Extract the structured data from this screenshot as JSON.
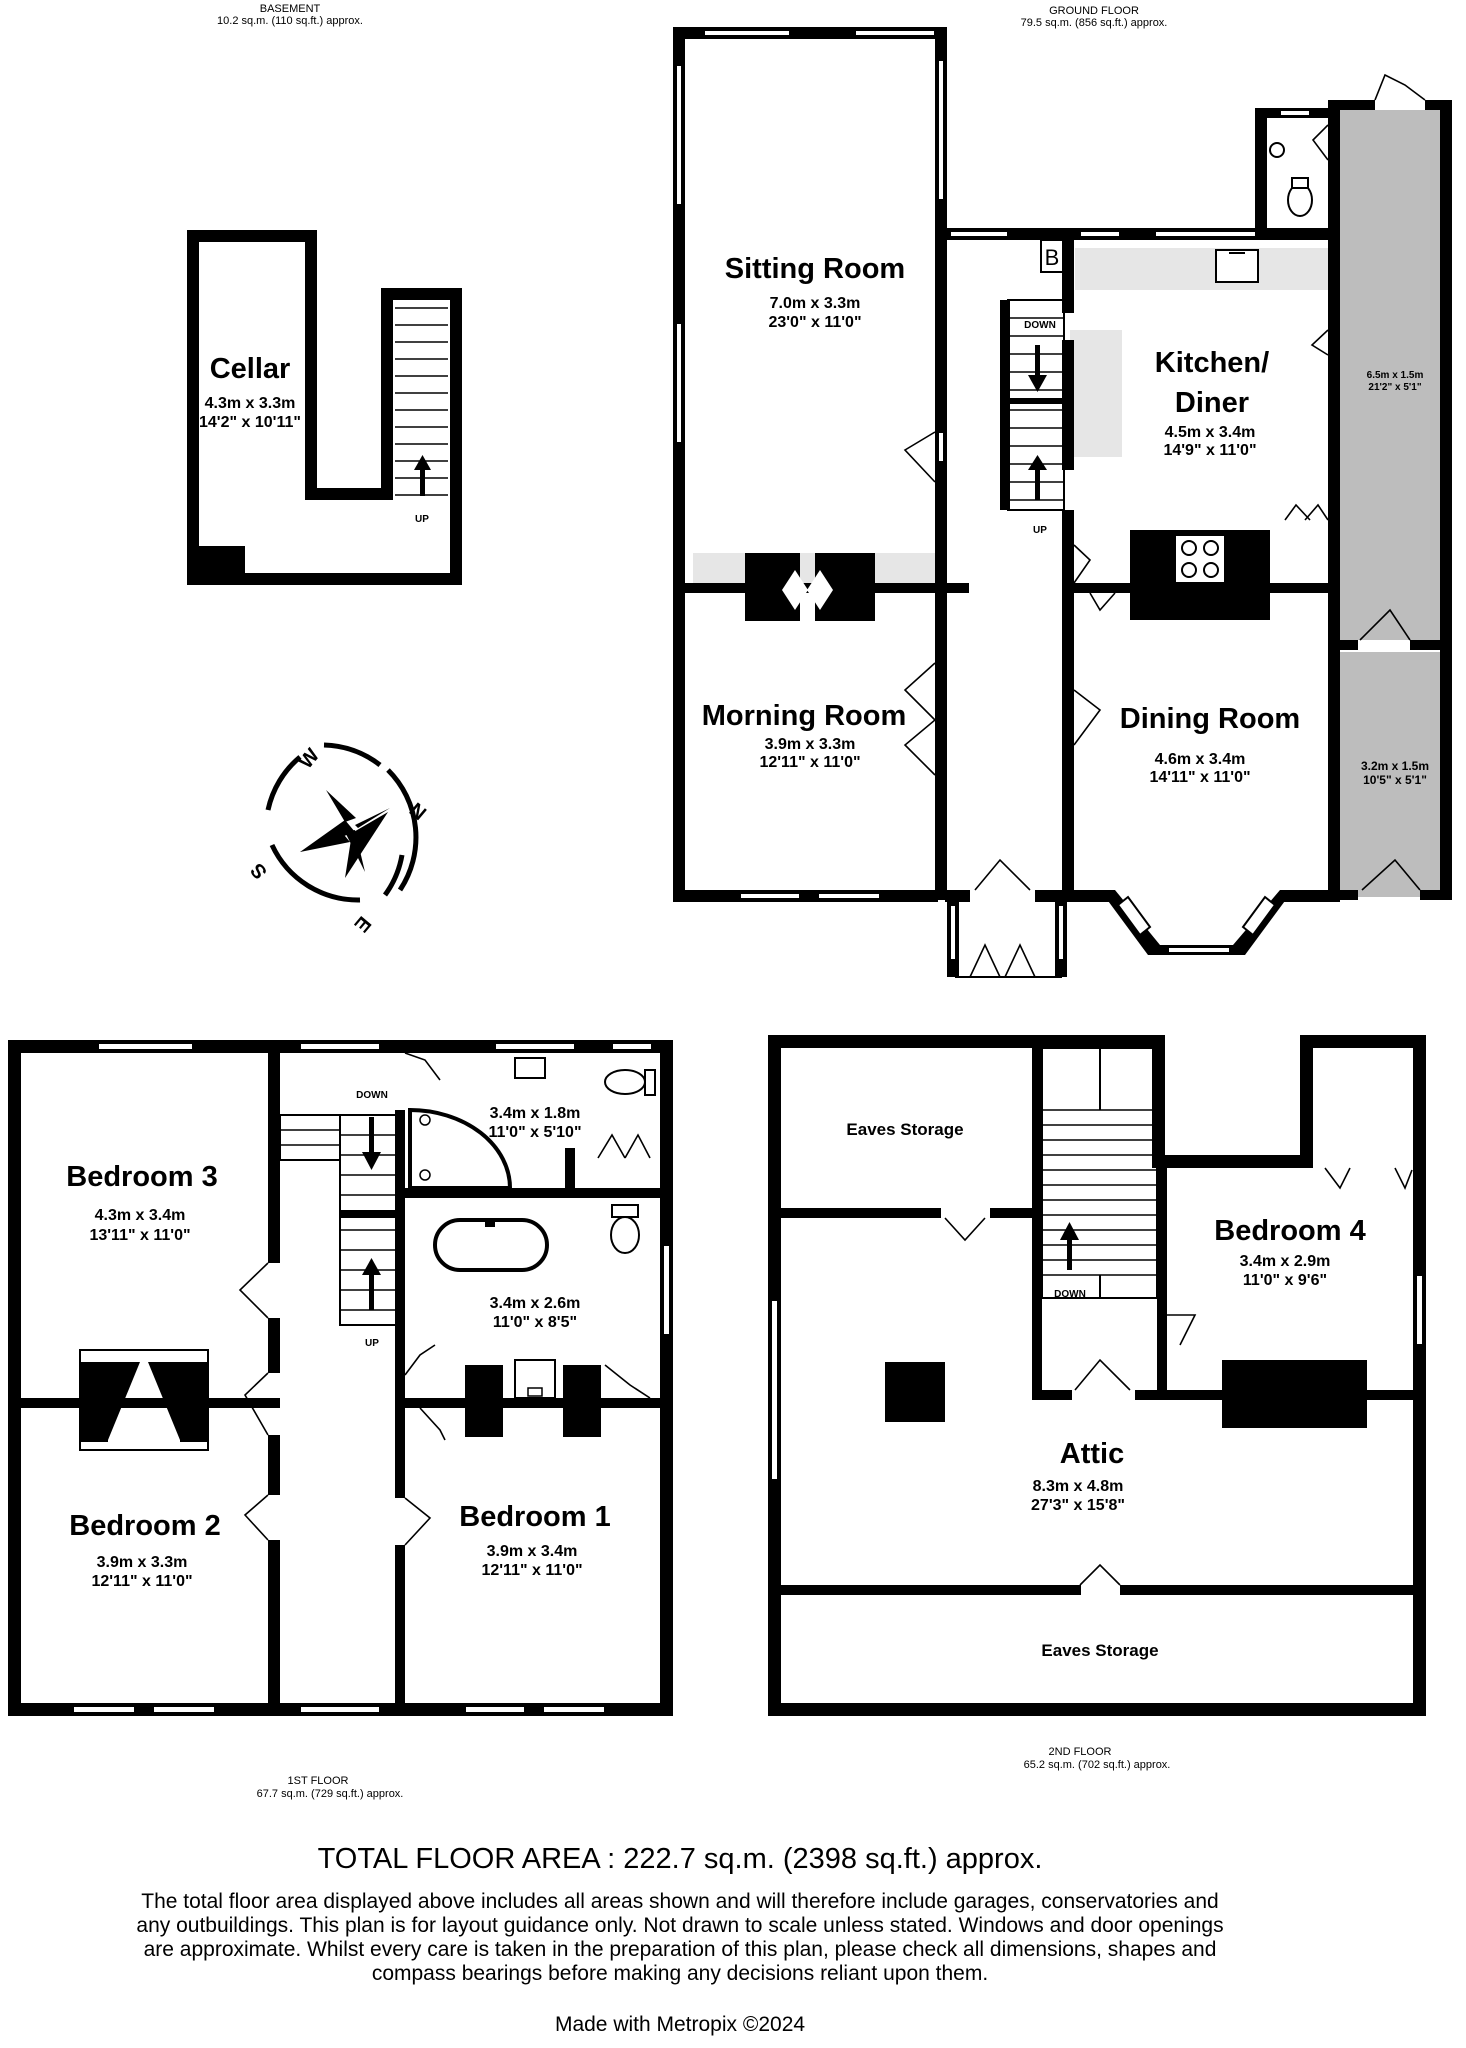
{
  "floors": {
    "basement": {
      "title": "BASEMENT",
      "area": "10.2 sq.m. (110 sq.ft.) approx."
    },
    "ground": {
      "title": "GROUND FLOOR",
      "area": "79.5 sq.m. (856 sq.ft.) approx."
    },
    "first": {
      "title": "1ST FLOOR",
      "area": "67.7 sq.m. (729 sq.ft.) approx."
    },
    "second": {
      "title": "2ND FLOOR",
      "area": "65.2 sq.m. (702 sq.ft.) approx."
    }
  },
  "rooms": {
    "cellar": {
      "name": "Cellar",
      "dim_m": "4.3m  x 3.3m",
      "dim_ft": "14'2\"  x 10'11\""
    },
    "sitting_room": {
      "name": "Sitting Room",
      "dim_m": "7.0m  x 3.3m",
      "dim_ft": "23'0\"  x 11'0\""
    },
    "kitchen_diner": {
      "name_line1": "Kitchen/",
      "name_line2": "Diner",
      "dim_m": "4.5m  x 3.4m",
      "dim_ft": "14'9\"  x 11'0\""
    },
    "morning_room": {
      "name": "Morning Room",
      "dim_m": "3.9m  x 3.3m",
      "dim_ft": "12'11\"  x 11'0\""
    },
    "dining_room": {
      "name": "Dining Room",
      "dim_m": "4.6m  x 3.4m",
      "dim_ft": "14'11\"  x 11'0\""
    },
    "side_passage_upper": {
      "dim_m": "6.5m  x 1.5m",
      "dim_ft": "21'2\"  x 5'1\""
    },
    "side_passage_lower": {
      "dim_m": "3.2m  x 1.5m",
      "dim_ft": "10'5\"  x 5'1\""
    },
    "bedroom3": {
      "name": "Bedroom 3",
      "dim_m": "4.3m  x 3.4m",
      "dim_ft": "13'11\"  x 11'0\""
    },
    "shower_room": {
      "dim_m": "3.4m  x 1.8m",
      "dim_ft": "11'0\"  x 5'10\""
    },
    "bathroom": {
      "dim_m": "3.4m  x 2.6m",
      "dim_ft": "11'0\"  x 8'5\""
    },
    "bedroom2": {
      "name": "Bedroom 2",
      "dim_m": "3.9m  x 3.3m",
      "dim_ft": "12'11\"  x 11'0\""
    },
    "bedroom1": {
      "name": "Bedroom 1",
      "dim_m": "3.9m  x 3.4m",
      "dim_ft": "12'11\"  x 11'0\""
    },
    "eaves_storage_top": {
      "name": "Eaves Storage"
    },
    "bedroom4": {
      "name": "Bedroom 4",
      "dim_m": "3.4m  x 2.9m",
      "dim_ft": "11'0\"  x 9'6\""
    },
    "attic": {
      "name": "Attic",
      "dim_m": "8.3m  x 4.8m",
      "dim_ft": "27'3\"  x 15'8\""
    },
    "eaves_storage_bottom": {
      "name": "Eaves Storage"
    }
  },
  "labels": {
    "up": "UP",
    "down": "DOWN",
    "boiler": "B"
  },
  "compass": {
    "n": "N",
    "e": "E",
    "s": "S",
    "w": "W",
    "icon": "compass-rose-icon"
  },
  "footer": {
    "total": "TOTAL FLOOR AREA : 222.7 sq.m. (2398 sq.ft.) approx.",
    "disclaimer": "The total floor area displayed above includes all areas shown and will therefore include garages, conservatories and any outbuildings. This plan is for layout guidance only. Not drawn to scale unless stated. Windows and door openings are approximate. Whilst every care is taken in the preparation of this plan, please check all dimensions, shapes and compass bearings before making any decisions reliant upon them.",
    "made_with": "Made with Metropix ©2024"
  }
}
